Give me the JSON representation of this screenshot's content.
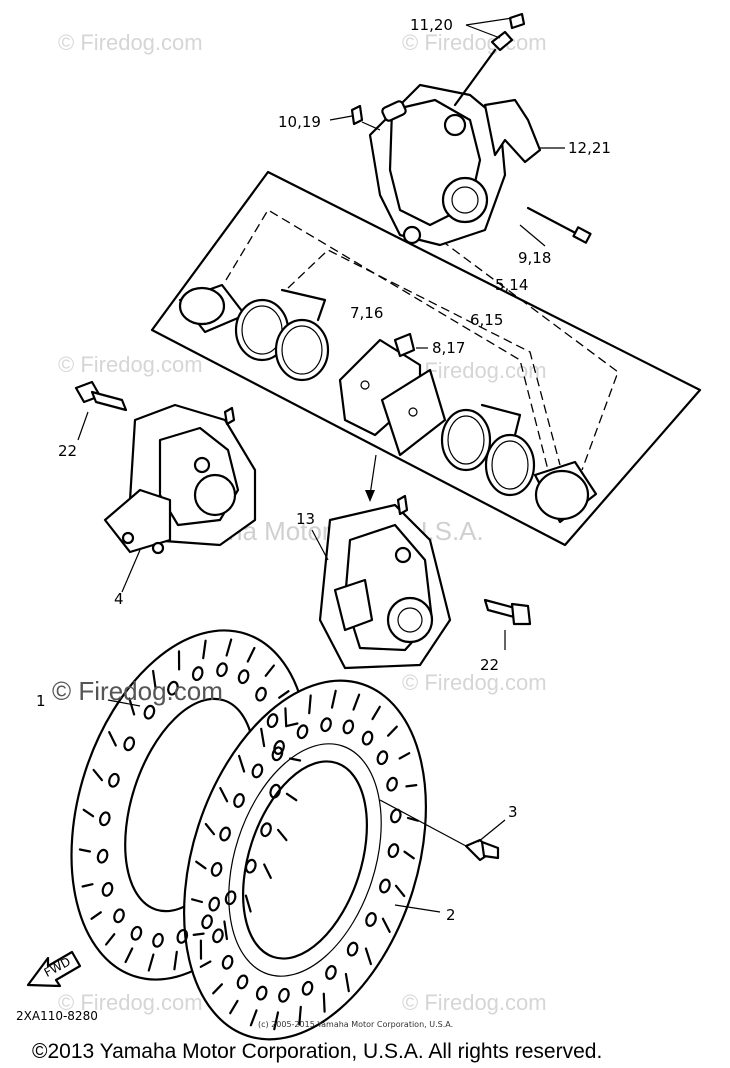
{
  "watermarks": {
    "site": "© Firedog.com",
    "brand": "Yamaha Motor Corp, U.S.A."
  },
  "callouts": {
    "c1": "1",
    "c2": "2",
    "c3": "3",
    "c4": "4",
    "c5_14": "5,14",
    "c6_15": "6,15",
    "c7_16": "7,16",
    "c8_17": "8,17",
    "c9_18": "9,18",
    "c10_19": "10,19",
    "c11_20": "11,20",
    "c12_21": "12,21",
    "c13": "13",
    "c22a": "22",
    "c22b": "22"
  },
  "fwd_label": "FWD",
  "diagram_code": "2XA110-8280",
  "small_copyright": "(c) 2005-2015 Yamaha Motor Corporation, U.S.A.",
  "footer_copyright": "©2013 Yamaha Motor Corporation, U.S.A. All rights reserved."
}
